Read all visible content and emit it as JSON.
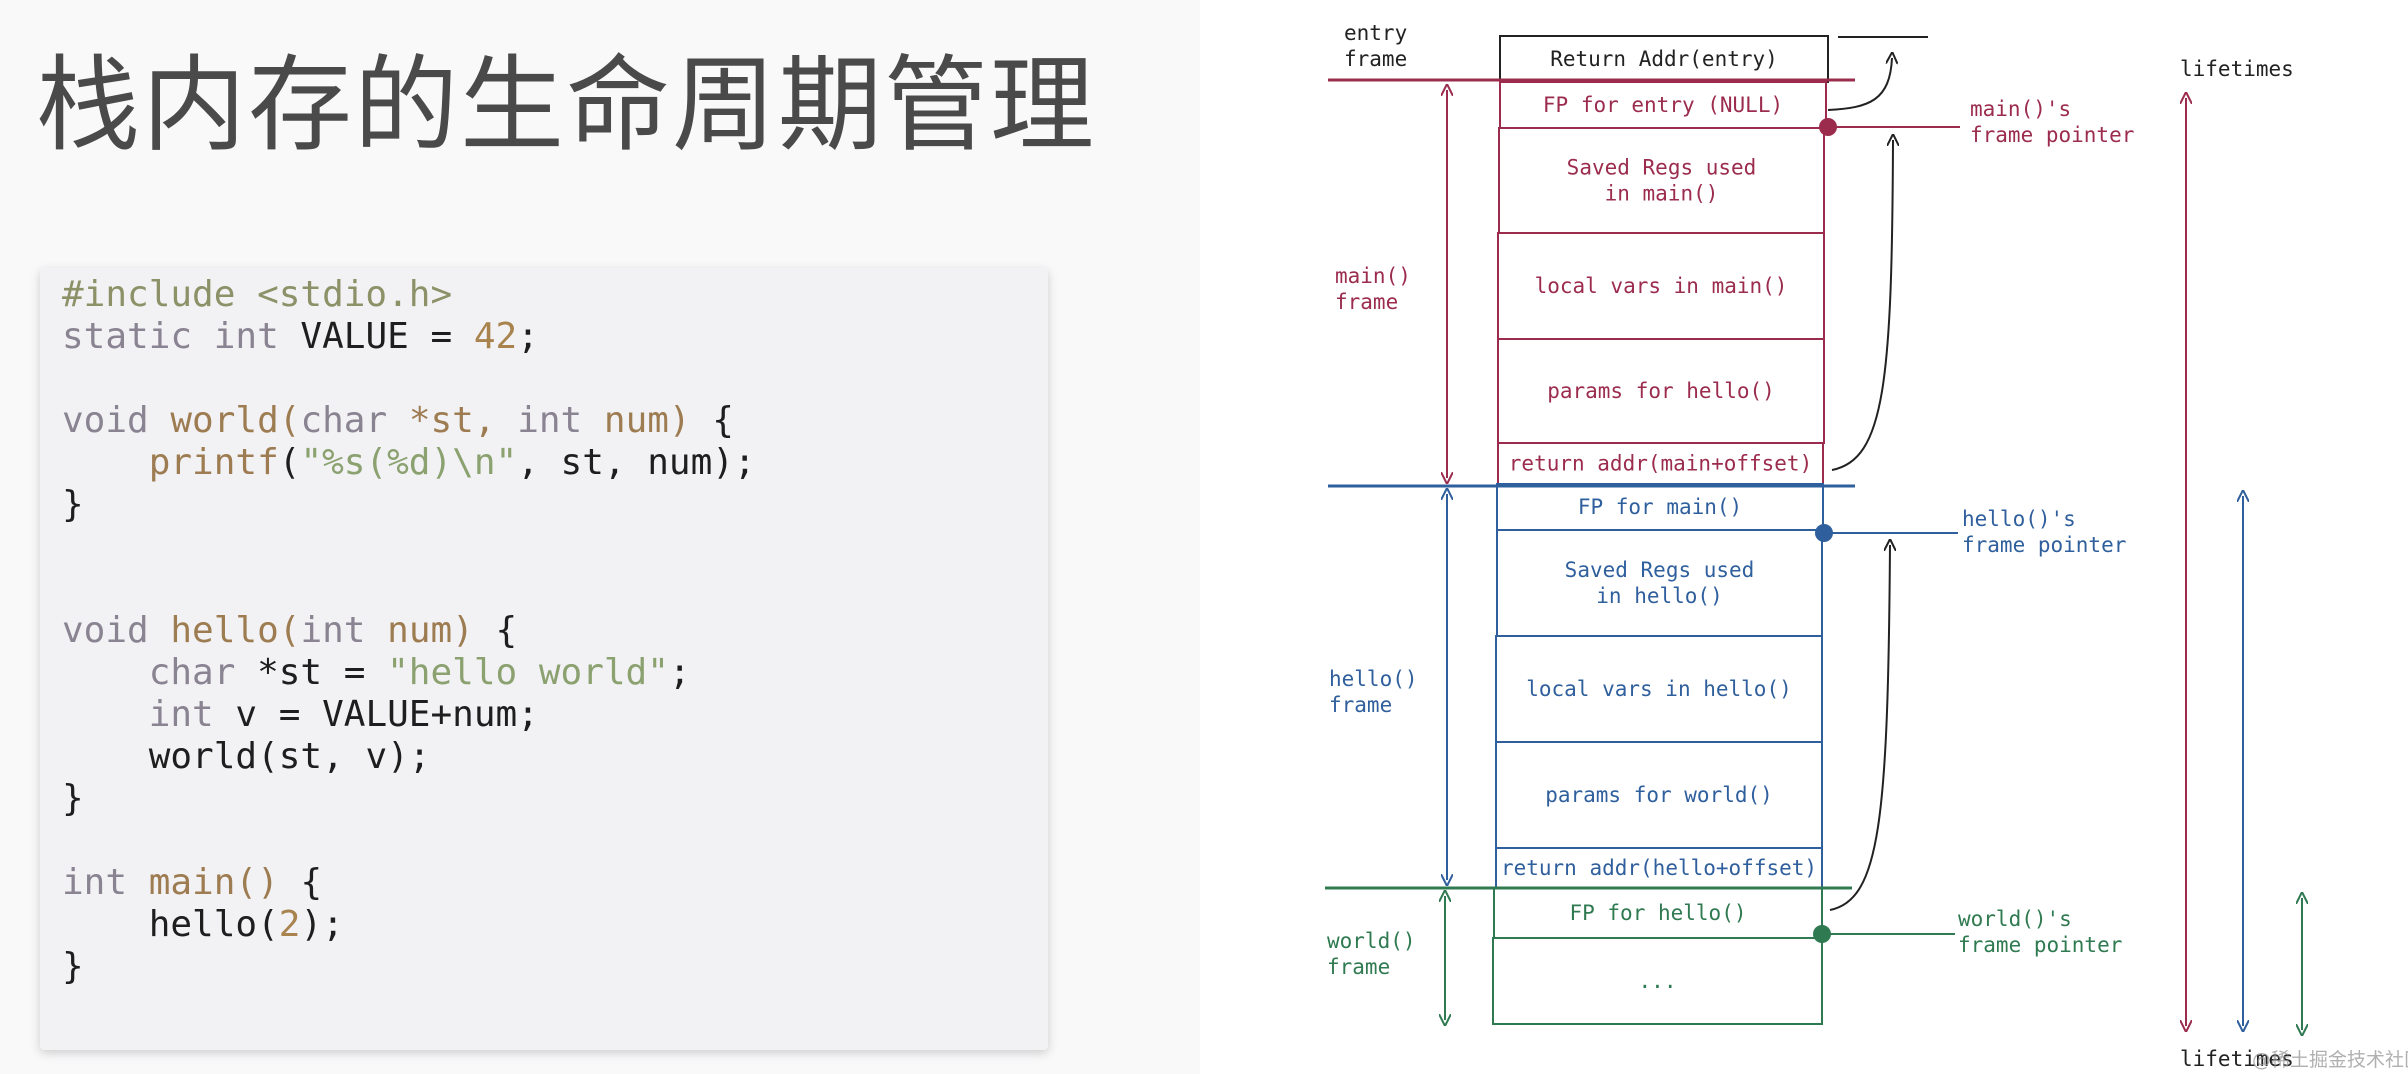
{
  "title": "栈内存的生命周期管理",
  "colors": {
    "main": "#9b2c4e",
    "hello": "#2f5f9c",
    "world": "#2f7a51",
    "entry": "#222222"
  },
  "code_lines": [
    [
      [
        "pp",
        "#include <stdio.h>"
      ]
    ],
    [
      [
        "kw",
        "static "
      ],
      [
        "kw",
        "int "
      ],
      [
        "id",
        "VALUE = "
      ],
      [
        "num",
        "42"
      ],
      [
        "pu",
        ";"
      ]
    ],
    [],
    [
      [
        "kw",
        "void "
      ],
      [
        "fn",
        "world"
      ],
      [
        "fn",
        "("
      ],
      [
        "kw",
        "char "
      ],
      [
        "fn",
        "*st, "
      ],
      [
        "kw",
        "int "
      ],
      [
        "fn",
        "num) "
      ],
      [
        "pu",
        "{"
      ]
    ],
    [
      [
        "pu",
        "    "
      ],
      [
        "fn",
        "printf"
      ],
      [
        "pu",
        "("
      ],
      [
        "str",
        "\"%s(%d)\\n\""
      ],
      [
        "pu",
        ", st, num);"
      ]
    ],
    [
      [
        "pu",
        "}"
      ]
    ],
    [],
    [],
    [
      [
        "kw",
        "void "
      ],
      [
        "fn",
        "hello"
      ],
      [
        "fn",
        "("
      ],
      [
        "kw",
        "int "
      ],
      [
        "fn",
        "num) "
      ],
      [
        "pu",
        "{"
      ]
    ],
    [
      [
        "pu",
        "    "
      ],
      [
        "kw",
        "char "
      ],
      [
        "id",
        "*st = "
      ],
      [
        "str",
        "\"hello world\""
      ],
      [
        "pu",
        ";"
      ]
    ],
    [
      [
        "pu",
        "    "
      ],
      [
        "kw",
        "int "
      ],
      [
        "id",
        "v = VALUE+num;"
      ]
    ],
    [
      [
        "pu",
        "    "
      ],
      [
        "id",
        "world(st, v);"
      ]
    ],
    [
      [
        "pu",
        "}"
      ]
    ],
    [],
    [
      [
        "kw",
        "int "
      ],
      [
        "fn",
        "main"
      ],
      [
        "fn",
        "() "
      ],
      [
        "pu",
        "{"
      ]
    ],
    [
      [
        "pu",
        "    "
      ],
      [
        "id",
        "hello("
      ],
      [
        "num",
        "2"
      ],
      [
        "id",
        ");"
      ]
    ],
    [
      [
        "pu",
        "}"
      ]
    ]
  ],
  "stack_cells": [
    {
      "frame": "entry",
      "lines": [
        "Return Addr(entry)"
      ]
    },
    {
      "frame": "main",
      "lines": [
        "FP for entry (NULL)"
      ]
    },
    {
      "frame": "main",
      "lines": [
        "Saved Regs used",
        "in main()"
      ]
    },
    {
      "frame": "main",
      "lines": [
        "local vars in main()"
      ]
    },
    {
      "frame": "main",
      "lines": [
        "params for hello()"
      ]
    },
    {
      "frame": "main",
      "lines": [
        "return addr(main+offset)"
      ]
    },
    {
      "frame": "hello",
      "lines": [
        "FP for main()"
      ]
    },
    {
      "frame": "hello",
      "lines": [
        "Saved Regs used",
        "in hello()"
      ]
    },
    {
      "frame": "hello",
      "lines": [
        "local vars in hello()"
      ]
    },
    {
      "frame": "hello",
      "lines": [
        "params for world()"
      ]
    },
    {
      "frame": "hello",
      "lines": [
        "return addr(hello+offset)"
      ]
    },
    {
      "frame": "world",
      "lines": [
        "FP for hello()"
      ]
    },
    {
      "frame": "world",
      "lines": [
        "..."
      ]
    }
  ],
  "frame_labels": [
    {
      "frame": "entry",
      "lines": [
        "entry",
        "frame"
      ]
    },
    {
      "frame": "main",
      "lines": [
        "main()",
        "frame"
      ]
    },
    {
      "frame": "hello",
      "lines": [
        "hello()",
        "frame"
      ]
    },
    {
      "frame": "world",
      "lines": [
        "world()",
        "frame"
      ]
    }
  ],
  "fp_labels": [
    {
      "frame": "main",
      "lines": [
        "main()'s",
        "frame pointer"
      ]
    },
    {
      "frame": "hello",
      "lines": [
        "hello()'s",
        "frame pointer"
      ]
    },
    {
      "frame": "world",
      "lines": [
        "world()'s",
        "frame pointer"
      ]
    }
  ],
  "lifetimes_label": "lifetimes",
  "watermark": "@稀土掘金技术社区"
}
